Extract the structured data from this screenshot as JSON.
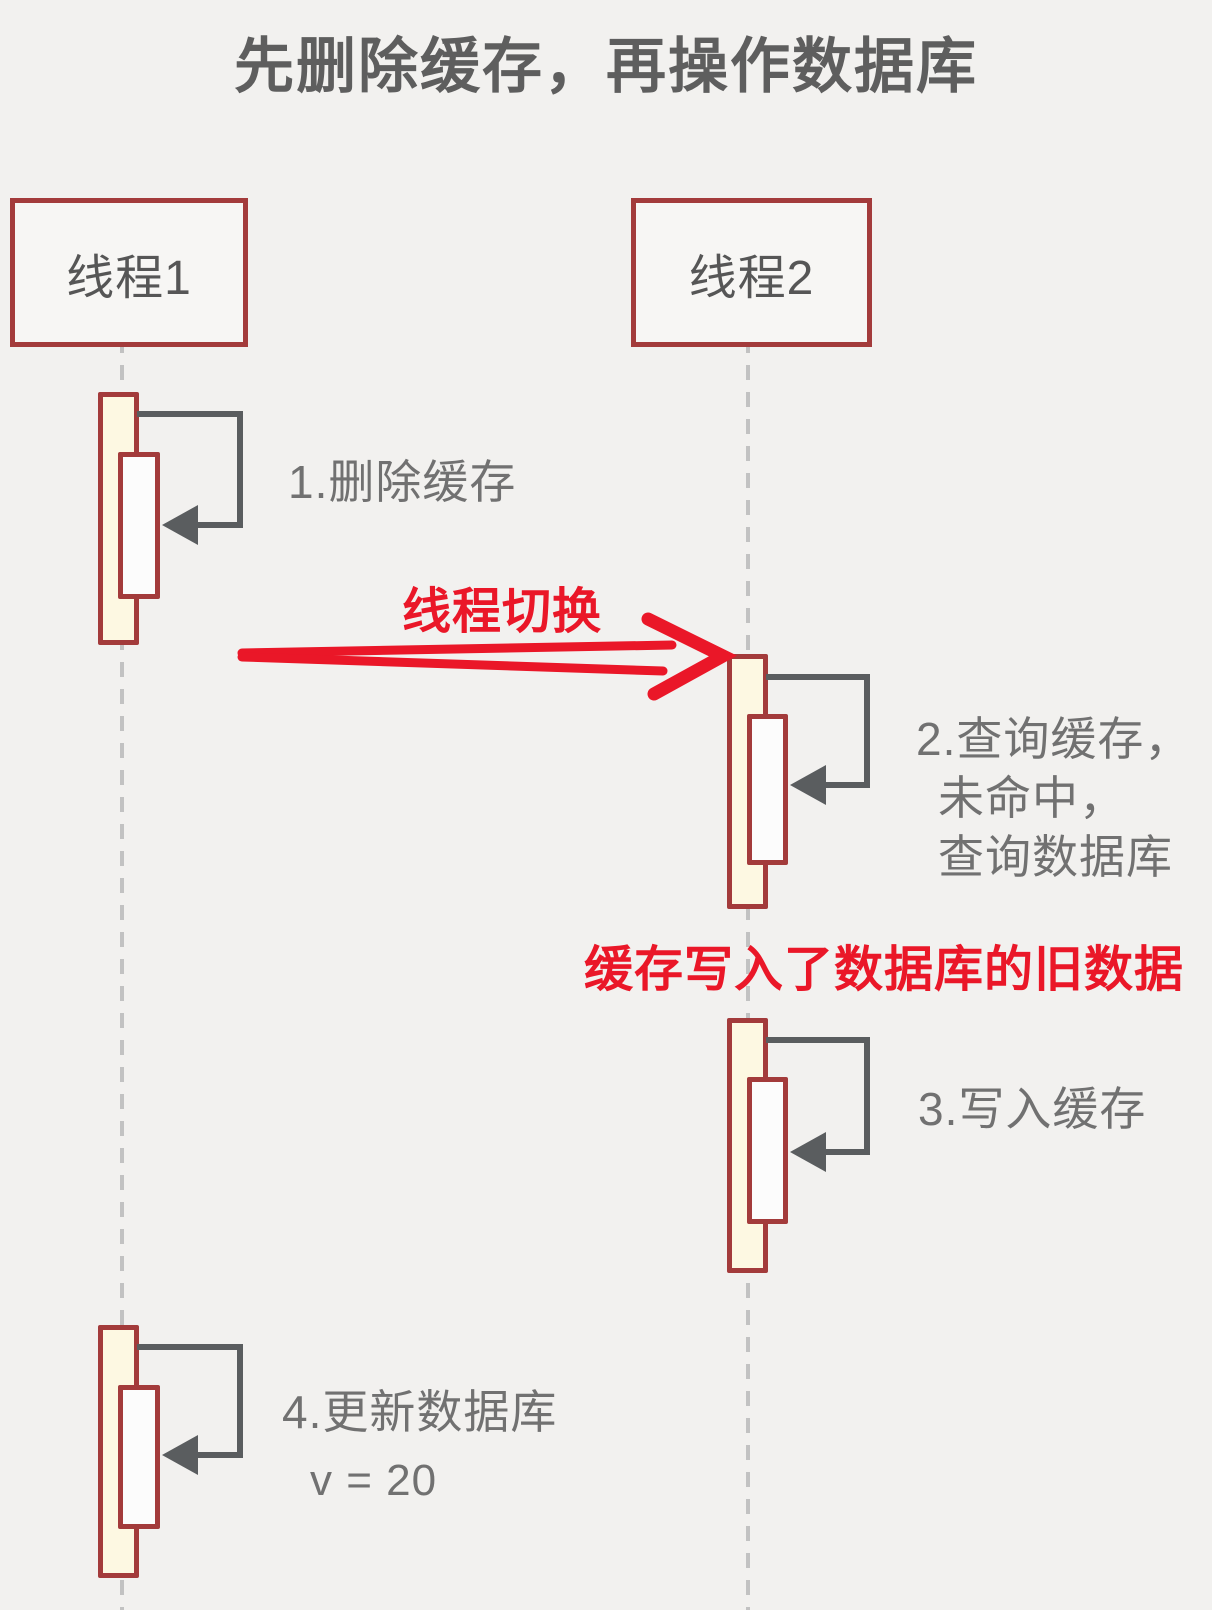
{
  "title": "先删除缓存，再操作数据库",
  "actors": [
    {
      "label": "线程1"
    },
    {
      "label": "线程2"
    }
  ],
  "steps": [
    {
      "label": "1.删除缓存"
    },
    {
      "lines": [
        "2.查询缓存，",
        "未命中，",
        "查询数据库"
      ]
    },
    {
      "label": "3.写入缓存"
    },
    {
      "label": "4.更新数据库",
      "sub": "v = 20"
    }
  ],
  "annotations": {
    "thread_switch": "线程切换",
    "stale_write": "缓存写入了数据库的旧数据"
  },
  "colors": {
    "background": "#f2f1ef",
    "box_border": "#a33b3b",
    "activation_fill": "#fdf8e2",
    "activation_inner_fill": "#fcfcfc",
    "message_arrow_gray": "#5a5d5f",
    "lifeline_gray": "#c2c2c2",
    "label_gray": "#717171",
    "accent_red": "#ea1728"
  }
}
